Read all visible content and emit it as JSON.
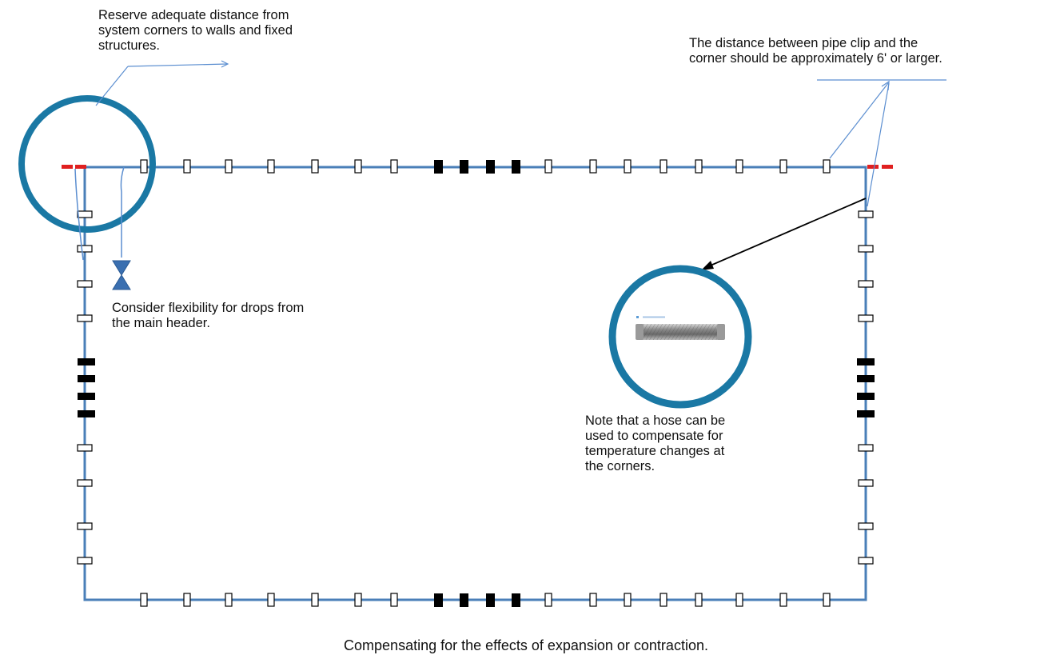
{
  "annotations": {
    "reserve_distance": "Reserve adequate distance from\nsystem corners to walls and fixed\nstructures.",
    "pipe_clip_distance": "The distance between pipe clip and the\ncorner should be approximately 6' or larger.",
    "drop_flexibility": "Consider flexibility for drops from\nthe main header.",
    "hose_note": "Note that a hose can be\nused to compensate for\ntemperature changes at\nthe corners."
  },
  "caption": "Compensating for the effects of expansion or contraction.",
  "colors": {
    "pipe": "#4a7fb8",
    "highlight_circle": "#1a78a4",
    "corner_marker": "#e02020",
    "fixed_clip": "#000000",
    "valve": "#3a6fb0",
    "leader_line": "#5b8ed0"
  },
  "components": {
    "sliding_clip": "open-rectangle-icon",
    "fixed_clip": "solid-block-icon",
    "corner_marker": "red-dash-icon",
    "drop_valve": "valve-icon",
    "hose": "flexible-hose-icon"
  }
}
